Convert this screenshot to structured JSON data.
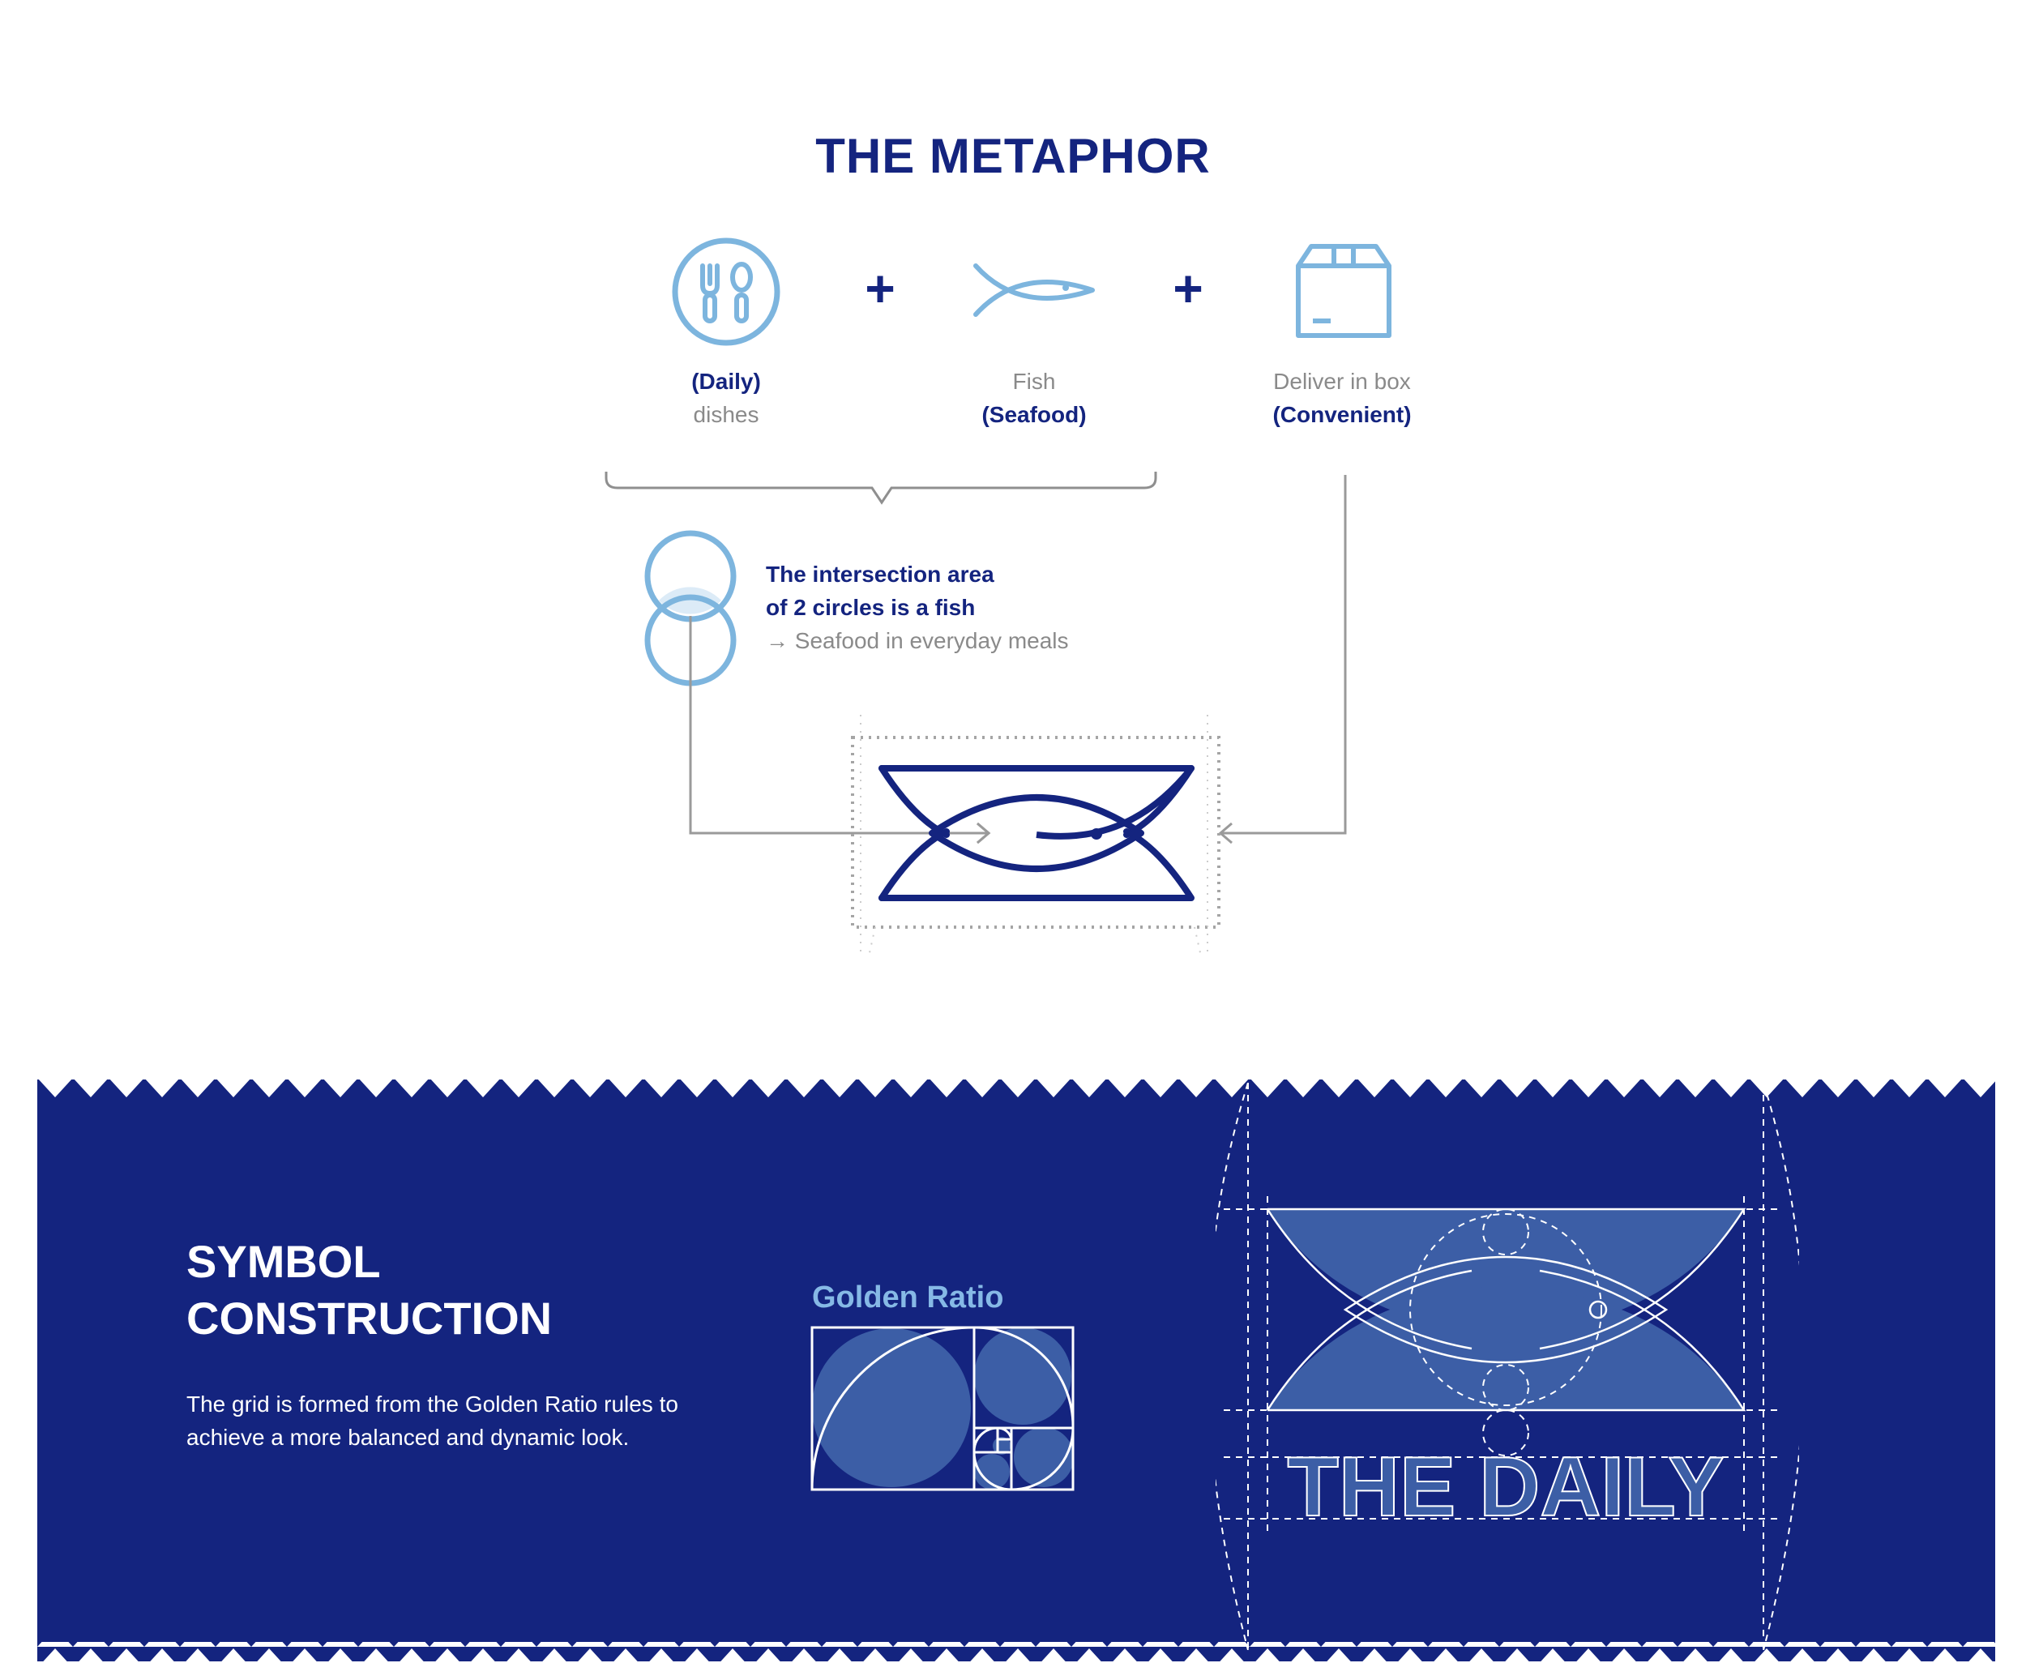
{
  "metaphor": {
    "title": "THE METAPHOR",
    "plus_symbol": "+",
    "items": [
      {
        "icon": "cutlery-icon",
        "line1": "(Daily)",
        "line2": "dishes"
      },
      {
        "icon": "fish-icon",
        "line1": "Fish",
        "line2": "(Seafood)"
      },
      {
        "icon": "box-icon",
        "line1": "Deliver in box",
        "line2": "(Convenient)"
      }
    ],
    "intersection": {
      "line1": "The intersection area",
      "line2": "of 2 circles is a fish",
      "line3": "→ Seafood in everyday meals"
    }
  },
  "construction": {
    "title_line1": "SYMBOL",
    "title_line2": "CONSTRUCTION",
    "description": "The grid is formed from the Golden Ratio rules to achieve a more balanced and dynamic look.",
    "golden_ratio_label": "Golden Ratio",
    "wordmark": "THE DAILY"
  },
  "colors": {
    "brand_navy": "#14247f",
    "light_blue": "#7db5de",
    "grey_text": "#8a8a8a",
    "band_fill": "#3c5ea6"
  }
}
